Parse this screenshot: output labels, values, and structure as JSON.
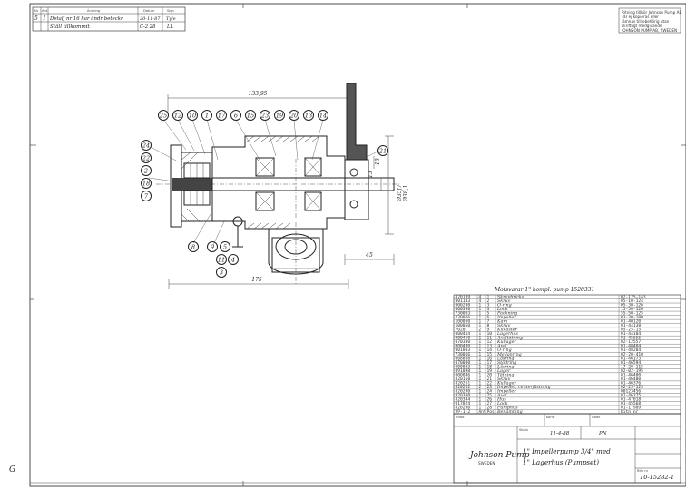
{
  "revision_block": {
    "headers": [
      "Nr",
      "Ant",
      "Ändring",
      "Datum",
      "Sign"
    ],
    "rows": [
      {
        "nr": "5",
        "ant": "1",
        "text": "Detalj nr 16 har ändr beteckn",
        "date": "20-11-87",
        "sign": "Tyle"
      },
      {
        "nr": "",
        "ant": "",
        "text": "Ställ tillkommit",
        "date": "",
        "sign": ""
      }
    ],
    "extra_cells": [
      "C-2 28",
      "LL"
    ]
  },
  "copyright_notice": [
    "Ritning tillhör Johnson Pump AB",
    "Får ej kopieras eller",
    "lämnas till obehörig utan",
    "skriftligt medgivande",
    "JOHNSON PUMP AB, SWEDEN"
  ],
  "dimensions": {
    "overall_length": "133,95",
    "shaft_length": "175",
    "height": "45",
    "diameter_a": "Ø35f7",
    "diameter_b": "Ø38,1",
    "small_a": "18",
    "small_b": "13"
  },
  "balloons": [
    "25",
    "12",
    "10",
    "1",
    "17",
    "6",
    "15",
    "23",
    "19",
    "20",
    "13",
    "14",
    "24",
    "22",
    "2",
    "18",
    "7",
    "8",
    "9",
    "11",
    "3",
    "4",
    "5",
    "21"
  ],
  "parts_list_heading": "Motsvarar 1\" kompl. pump 1520331",
  "parts_list": [
    {
      "part_no": "820189",
      "qty": "4",
      "ref": "1",
      "desc": "Skruvbricka",
      "drawing": "02-125-143"
    },
    {
      "part_no": "001143",
      "qty": "4",
      "ref": "2",
      "desc": "Skruv",
      "drawing": "05-10-124"
    },
    {
      "part_no": "000290",
      "qty": "1",
      "ref": "3",
      "desc": "O-ring",
      "drawing": "05-30-126"
    },
    {
      "part_no": "000390",
      "qty": "1",
      "ref": "4",
      "desc": "Lock",
      "drawing": "15-50-126"
    },
    {
      "part_no": "730003",
      "qty": "1",
      "ref": "5",
      "desc": "Packning",
      "drawing": "55-50-125"
    },
    {
      "part_no": "730016",
      "qty": "1",
      "ref": "6",
      "desc": "Impeller",
      "drawing": "03-30-100"
    },
    {
      "part_no": "100050",
      "qty": "1",
      "ref": "7",
      "desc": "Kam",
      "drawing": "01-40120"
    },
    {
      "part_no": "100050",
      "qty": "1",
      "ref": "8",
      "desc": "Skruv",
      "drawing": "01-44138"
    },
    {
      "part_no": "7020",
      "qty": "2",
      "ref": "9",
      "desc": "Kilkaster",
      "drawing": "05-25-15"
    },
    {
      "part_no": "000414",
      "qty": "1",
      "ref": "10",
      "desc": "Lagerhus",
      "drawing": "01-44104"
    },
    {
      "part_no": "000450",
      "qty": "1",
      "ref": "11",
      "desc": "Axeltätning",
      "drawing": "01-45555"
    },
    {
      "part_no": "070330",
      "qty": "1",
      "ref": "12",
      "desc": "Kullager",
      "drawing": "02-12557"
    },
    {
      "part_no": "000430",
      "qty": "1",
      "ref": "13",
      "desc": "Axel",
      "drawing": "01-48404"
    },
    {
      "part_no": "001003",
      "qty": "1",
      "ref": "14",
      "desc": "O-ring",
      "drawing": "01-48204"
    },
    {
      "part_no": "730016",
      "qty": "1",
      "ref": "15",
      "desc": "Mellanring",
      "drawing": "02-20-410"
    },
    {
      "part_no": "008808",
      "qty": "1",
      "ref": "16",
      "desc": "Låsring",
      "drawing": "01-46173"
    },
    {
      "part_no": "070000",
      "qty": "1",
      "ref": "17",
      "desc": "Stödring",
      "drawing": "01-46594"
    },
    {
      "part_no": "000033",
      "qty": "1",
      "ref": "18",
      "desc": "Låsring",
      "drawing": "17-20-115"
    },
    {
      "part_no": "091098",
      "qty": "1",
      "ref": "19",
      "desc": "Lager",
      "drawing": "02-02-195"
    },
    {
      "part_no": "000046",
      "qty": "1",
      "ref": "20",
      "desc": "Tätning",
      "drawing": "01-46400"
    },
    {
      "part_no": "820160",
      "qty": "1",
      "ref": "21",
      "desc": "Skruv",
      "drawing": "01-46400"
    },
    {
      "part_no": "820261",
      "qty": "1",
      "ref": "22",
      "desc": "Kullager",
      "drawing": "01-46376"
    },
    {
      "part_no": "820262",
      "qty": "2",
      "ref": "23",
      "desc": "Impeller, centerfästning",
      "drawing": "02-25-125"
    },
    {
      "part_no": "820290",
      "qty": "1",
      "ref": "24",
      "desc": "Impeller",
      "drawing": "00123456"
    },
    {
      "part_no": "820300",
      "qty": "1",
      "ref": "25",
      "desc": "Axel",
      "drawing": "01-46375"
    },
    {
      "part_no": "820344",
      "qty": "1",
      "ref": "26",
      "desc": "Hus",
      "drawing": "01-47018"
    },
    {
      "part_no": "017824",
      "qty": "1",
      "ref": "27",
      "desc": "Lock",
      "drawing": "01-45568"
    },
    {
      "part_no": "820280",
      "qty": "1",
      "ref": "28",
      "desc": "Pumphus",
      "drawing": "01-17989"
    },
    {
      "part_no": "VP-1-2",
      "qty": "Ant",
      "ref": "Pos",
      "desc": "Benämning",
      "drawing": "Ritn nr"
    }
  ],
  "title_block": {
    "company": "Johnson Pump",
    "company_sub": "SWEDEN",
    "date": "11-4-88",
    "drawn_by": "PN",
    "title_line1": "1\" Impellerpump 3/4\" med",
    "title_line2": "1\" Lagerhus (Pumpset)",
    "drawing_no": "10-15282-1",
    "labels": [
      "Ritad",
      "Kontr",
      "Godk",
      "Skala",
      "Ritn nr"
    ]
  },
  "margin_marks": {
    "left": "G"
  }
}
